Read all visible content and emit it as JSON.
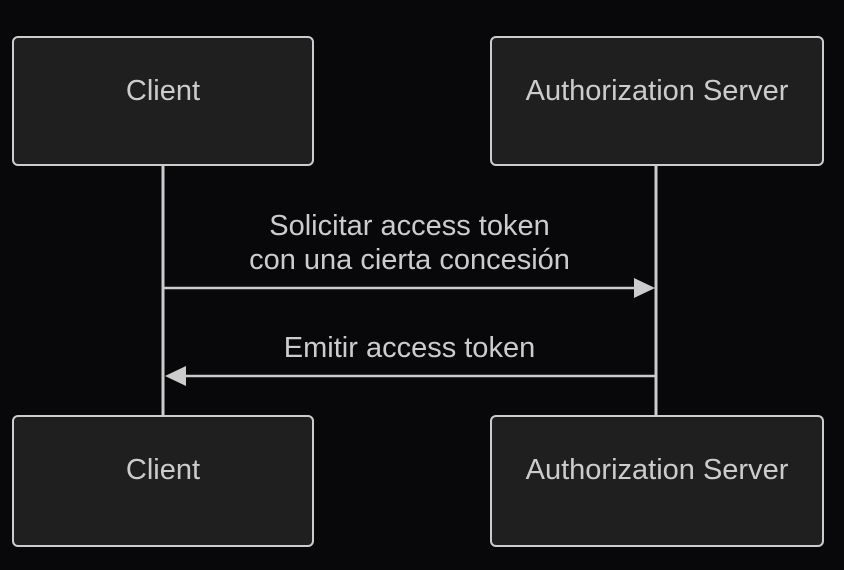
{
  "diagram": {
    "type": "sequence",
    "participants": [
      {
        "id": "client",
        "label": "Client"
      },
      {
        "id": "auth_server",
        "label": "Authorization Server"
      }
    ],
    "messages": [
      {
        "from": "client",
        "to": "auth_server",
        "lines": [
          "Solicitar access token",
          "con una cierta concesión"
        ]
      },
      {
        "from": "auth_server",
        "to": "client",
        "lines": [
          "Emitir access token"
        ]
      }
    ]
  },
  "colors": {
    "background": "#08080a",
    "box_fill": "#1f1f1f",
    "stroke": "#cccccc",
    "text": "#cccccc"
  }
}
